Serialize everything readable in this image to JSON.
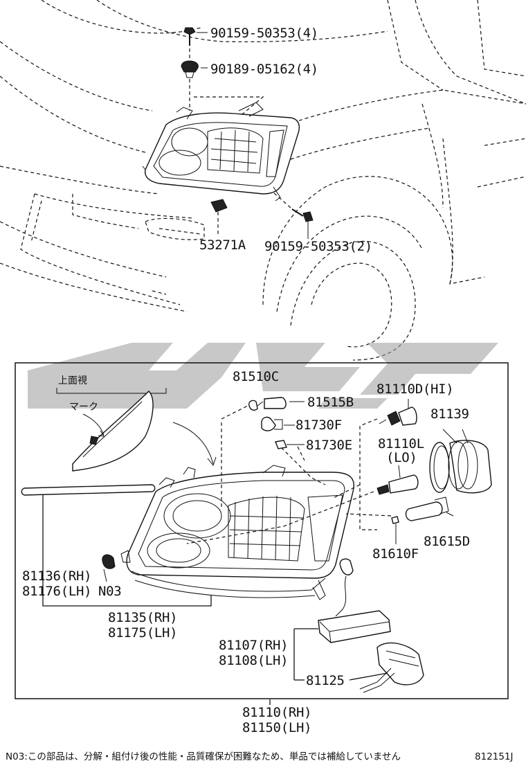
{
  "vehicle_parts": {
    "screw_top": "90159-50353(4)",
    "clip_top": "90189-05162(4)",
    "bracket": "53271A",
    "screw_side": "90159-50353(2)"
  },
  "detail": {
    "top_view": "上面視",
    "mark": "マーク",
    "socket_front": "81510C",
    "bulb_front": "81515B",
    "bulb_f": "81730F",
    "bulb_e": "81730E",
    "bulb_hi": "81110D(HI)",
    "ring": "81139",
    "bulb_lo_num": "81110L",
    "bulb_lo_tag": "(LO)",
    "bulb_d": "81615D",
    "bulb_small": "81610F",
    "trim_rh": "81136(RH)",
    "trim_lh": "81176(LH)",
    "n03": "N03",
    "lens_rh": "81135(RH)",
    "lens_lh": "81175(LH)",
    "ballast_rh": "81107(RH)",
    "ballast_lh": "81108(LH)",
    "harness": "81125",
    "assy_rh": "81110(RH)",
    "assy_lh": "81150(LH)"
  },
  "footer": {
    "note": "N03:この部品は、分解・組付け後の性能・品質確保が困難なため、単品では補給していません",
    "figure_code": "812151J"
  }
}
